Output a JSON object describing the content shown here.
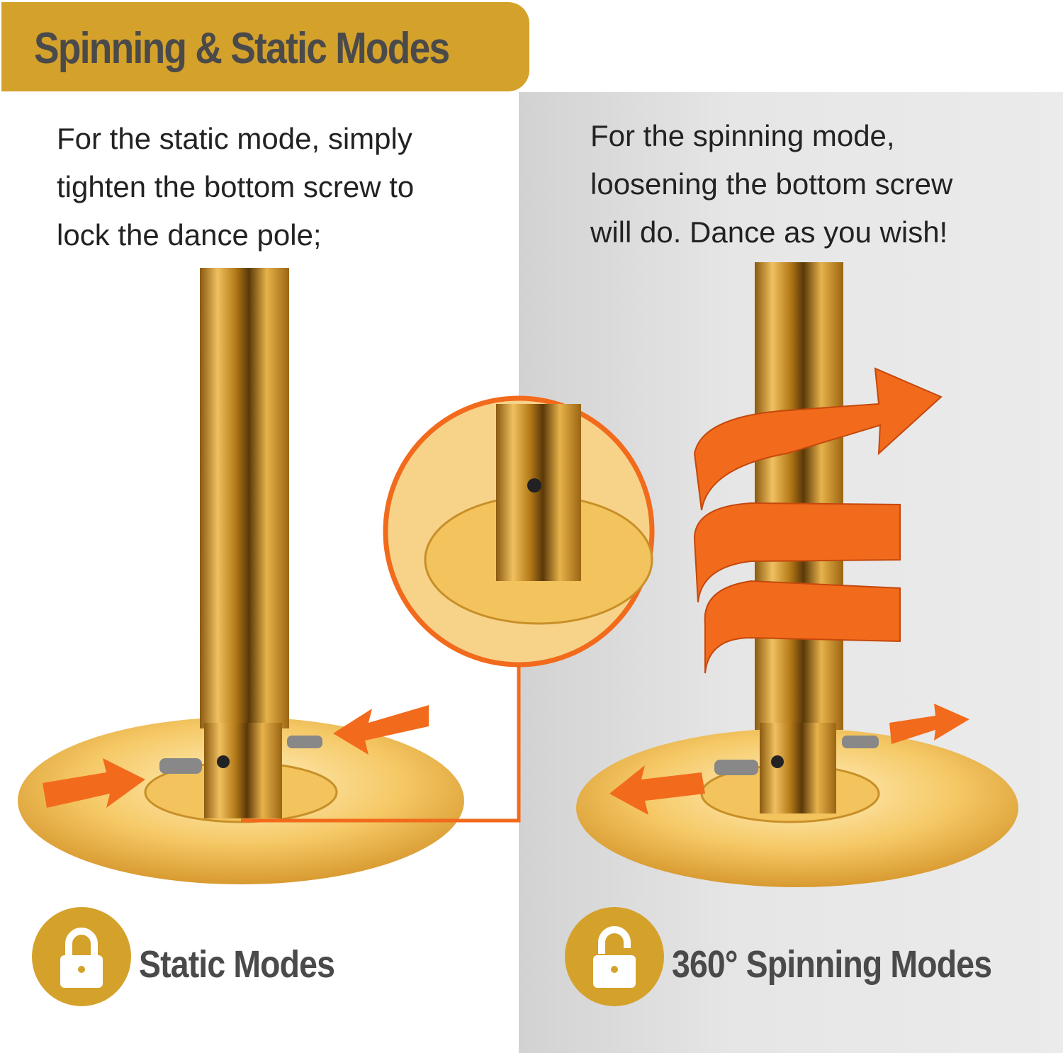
{
  "header": {
    "title": "Spinning & Static Modes"
  },
  "static_mode": {
    "description": "For the static mode, simply\ntighten the bottom screw to\nlock the dance pole;",
    "label": "Static Modes",
    "icon": "lock-closed-icon"
  },
  "spinning_mode": {
    "description": "For the spinning mode,\nloosening the bottom screw\nwill do. Dance as you wish!",
    "label": "360° Spinning Modes",
    "icon": "lock-open-icon"
  },
  "colors": {
    "gold": "#d4a12b",
    "orange": "#f26a1b",
    "text": "#4a4a4a"
  }
}
